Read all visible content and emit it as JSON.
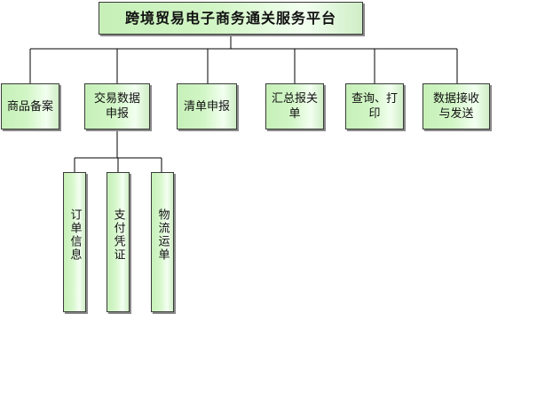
{
  "diagram": {
    "root": {
      "label": "跨境贸易电子商务通关服务平台"
    },
    "level1": [
      {
        "label": "商品备案"
      },
      {
        "label": "交易数据申报"
      },
      {
        "label": "清单申报"
      },
      {
        "label": "汇总报关单"
      },
      {
        "label": "查询、打印"
      },
      {
        "label": "数据接收与发送"
      }
    ],
    "level2": [
      {
        "label": "订单信息"
      },
      {
        "label": "支付凭证"
      },
      {
        "label": "物流运单"
      }
    ],
    "colors": {
      "box_fill": "#c6f0b8",
      "box_border": "#3a3a3a",
      "line": "#000000"
    }
  }
}
